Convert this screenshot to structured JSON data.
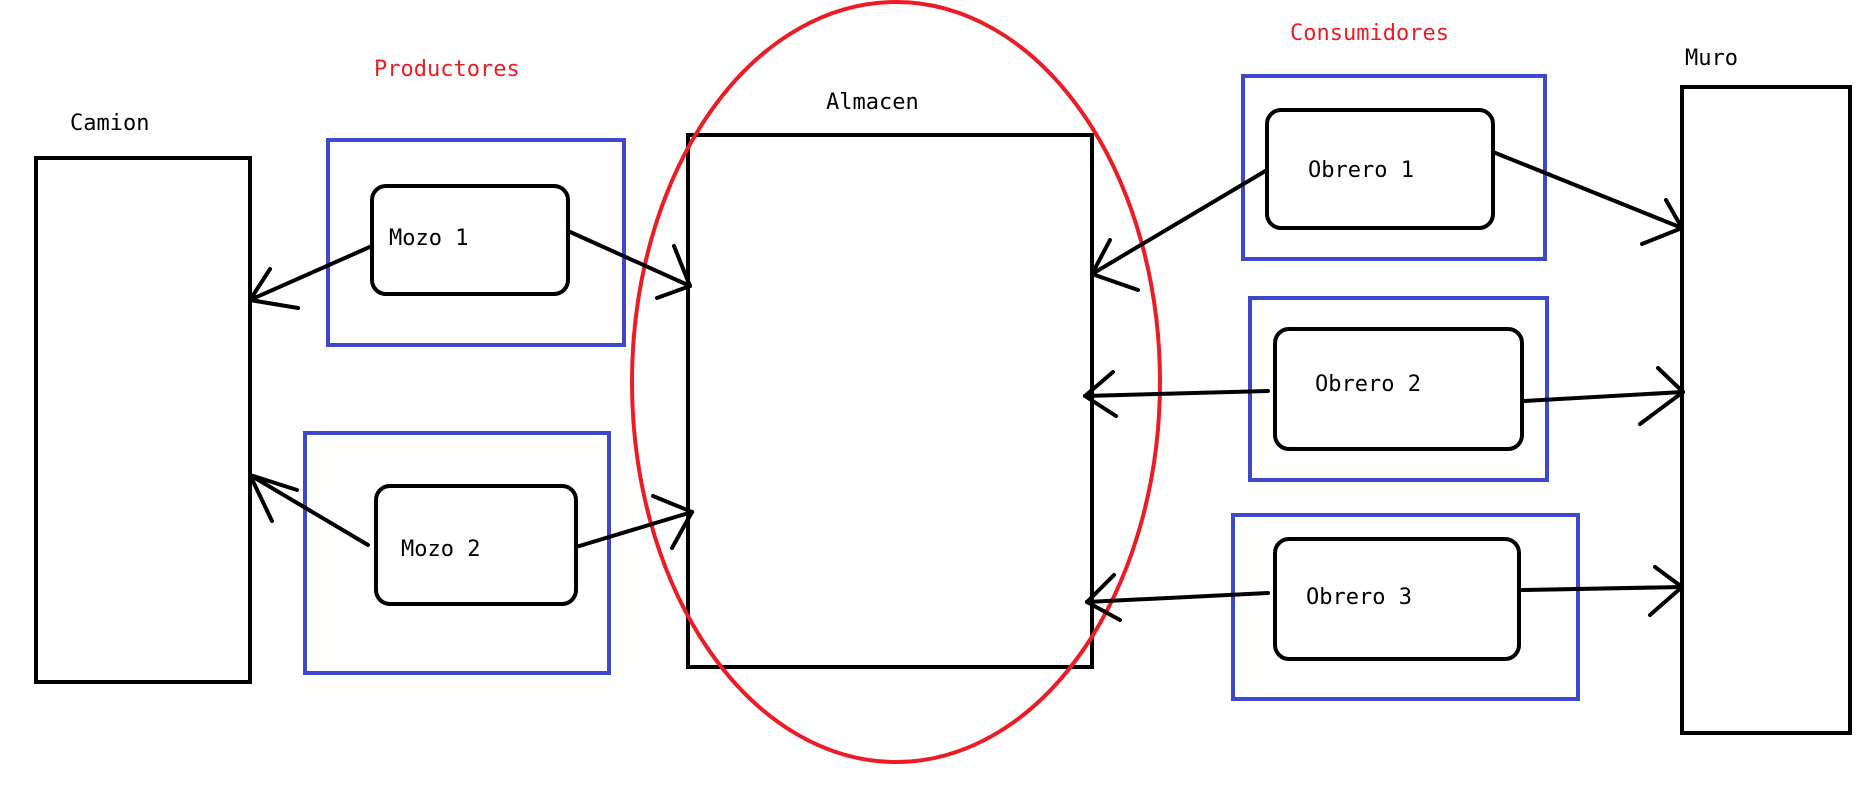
{
  "diagram": {
    "labels": {
      "productores": "Productores",
      "consumidores": "Consumidores",
      "camion": "Camion",
      "almacen": "Almacen",
      "muro": "Muro"
    },
    "nodes": {
      "mozo1": "Mozo 1",
      "mozo2": "Mozo 2",
      "obrero1": "Obrero 1",
      "obrero2": "Obrero 2",
      "obrero3": "Obrero 3"
    },
    "colors": {
      "group_border": "#3f48cc",
      "highlight": "#ec1c24",
      "line": "#000000"
    }
  }
}
